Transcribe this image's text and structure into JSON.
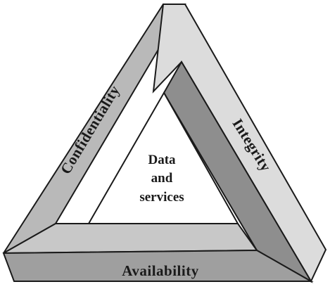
{
  "diagram": {
    "edges": {
      "left": "Confidentiality",
      "right": "Integrity",
      "bottom": "Availability"
    },
    "center": {
      "line1": "Data",
      "line2": "and",
      "line3": "services"
    },
    "colors": {
      "light_face": "#dcdcdc",
      "mid_face": "#b9b9b9",
      "dark_face": "#8e8e8e",
      "outline": "#1a1a1a",
      "interior": "#ffffff"
    }
  }
}
